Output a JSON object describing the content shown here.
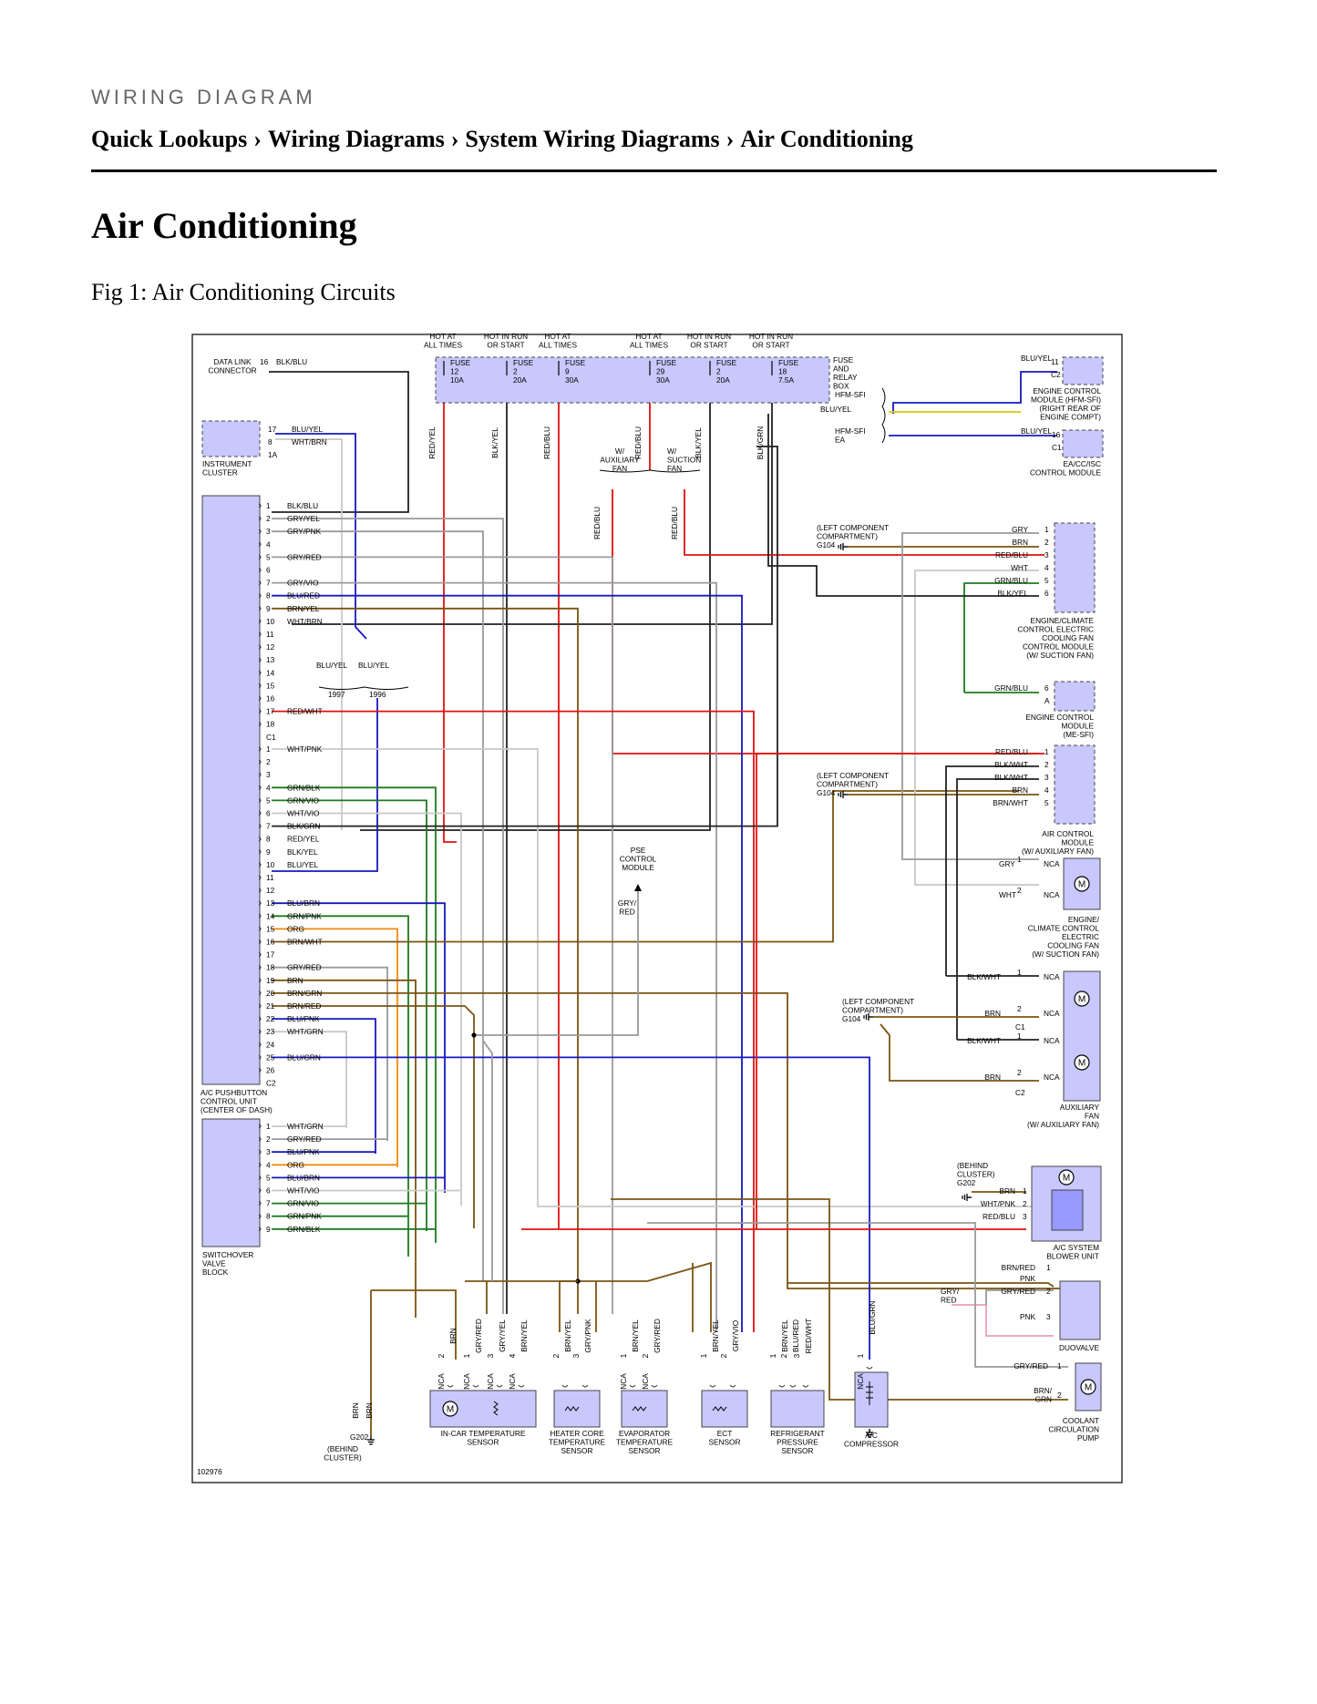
{
  "page": {
    "kicker": "WIRING DIAGRAM",
    "breadcrumb": [
      "Quick Lookups",
      "Wiring Diagrams",
      "System Wiring Diagrams",
      "Air Conditioning"
    ],
    "breadcrumb_separator": "›",
    "title": "Air Conditioning",
    "figure_caption": "Fig 1: Air Conditioning Circuits"
  },
  "diagram": {
    "figure_number": "102976",
    "power": {
      "headers": [
        "HOT AT\nALL TIMES",
        "HOT IN RUN\nOR START",
        "HOT AT\nALL TIMES",
        "HOT AT\nALL TIMES",
        "HOT IN RUN\nOR START",
        "HOT IN RUN\nOR START"
      ],
      "fuses": [
        "FUSE\n12\n10A",
        "FUSE\n2\n20A",
        "FUSE\n9\n30A",
        "FUSE\n29\n30A",
        "FUSE\n2\n20A",
        "FUSE\n18\n7.5A"
      ],
      "box_label": "FUSE\nAND\nRELAY\nBOX",
      "wires": [
        "RED/YEL",
        "BLK/YEL",
        "RED/BLU",
        "RED/BLU",
        "BLK/YEL",
        "BLK/GRN"
      ],
      "options": [
        "W/\nAUXILIARY\nFAN",
        "W/\nSUCTION\nFAN"
      ],
      "option_wires": [
        "RED/BLU",
        "RED/BLU"
      ]
    },
    "data_link": {
      "label": "DATA LINK\nCONNECTOR",
      "pin": "16",
      "wire": "BLK/BLU"
    },
    "instrument_cluster": {
      "label": "INSTRUMENT\nCLUSTER",
      "connector": "1A",
      "pins": [
        {
          "pin": "17",
          "wire": "BLU/YEL"
        },
        {
          "pin": "8",
          "wire": "WHT/BRN"
        }
      ]
    },
    "pushbutton": {
      "label": "A/C PUSHBUTTON\nCONTROL UNIT\n(CENTER OF DASH)",
      "c1_label": "C1",
      "c2_label": "C2",
      "c1": [
        {
          "pin": "1",
          "wire": "BLK/BLU"
        },
        {
          "pin": "2",
          "wire": "GRY/YEL"
        },
        {
          "pin": "3",
          "wire": "GRY/PNK"
        },
        {
          "pin": "4",
          "wire": ""
        },
        {
          "pin": "5",
          "wire": "GRY/RED"
        },
        {
          "pin": "6",
          "wire": ""
        },
        {
          "pin": "7",
          "wire": "GRY/VIO"
        },
        {
          "pin": "8",
          "wire": "BLU/RED"
        },
        {
          "pin": "9",
          "wire": "BRN/YEL"
        },
        {
          "pin": "10",
          "wire": "WHT/BRN"
        },
        {
          "pin": "11",
          "wire": ""
        },
        {
          "pin": "12",
          "wire": ""
        },
        {
          "pin": "13",
          "wire": ""
        },
        {
          "pin": "14",
          "wire": ""
        },
        {
          "pin": "15",
          "wire": ""
        },
        {
          "pin": "16",
          "wire": ""
        },
        {
          "pin": "17",
          "wire": "RED/WHT"
        },
        {
          "pin": "18",
          "wire": ""
        }
      ],
      "year_split": {
        "wires": [
          "BLU/YEL",
          "BLU/YEL"
        ],
        "years": [
          "1997",
          "1996"
        ]
      },
      "c2": [
        {
          "pin": "1",
          "wire": "WHT/PNK"
        },
        {
          "pin": "2",
          "wire": ""
        },
        {
          "pin": "3",
          "wire": ""
        },
        {
          "pin": "4",
          "wire": "GRN/BLK"
        },
        {
          "pin": "5",
          "wire": "GRN/VIO"
        },
        {
          "pin": "6",
          "wire": "WHT/VIO"
        },
        {
          "pin": "7",
          "wire": "BLK/GRN"
        },
        {
          "pin": "8",
          "wire": "RED/YEL"
        },
        {
          "pin": "9",
          "wire": "BLK/YEL"
        },
        {
          "pin": "10",
          "wire": "BLU/YEL"
        },
        {
          "pin": "11",
          "wire": ""
        },
        {
          "pin": "12",
          "wire": ""
        },
        {
          "pin": "13",
          "wire": "BLU/BRN"
        },
        {
          "pin": "14",
          "wire": "GRN/PNK"
        },
        {
          "pin": "15",
          "wire": "ORG"
        },
        {
          "pin": "16",
          "wire": "BRN/WHT"
        },
        {
          "pin": "17",
          "wire": ""
        },
        {
          "pin": "18",
          "wire": "GRY/RED"
        },
        {
          "pin": "19",
          "wire": "BRN"
        },
        {
          "pin": "20",
          "wire": "BRN/GRN"
        },
        {
          "pin": "21",
          "wire": "BRN/RED"
        },
        {
          "pin": "22",
          "wire": "BLU/PNK"
        },
        {
          "pin": "23",
          "wire": "WHT/GRN"
        },
        {
          "pin": "24",
          "wire": ""
        },
        {
          "pin": "25",
          "wire": "BLU/GRN"
        },
        {
          "pin": "26",
          "wire": ""
        }
      ]
    },
    "switchover": {
      "label": "SWITCHOVER\nVALVE\nBLOCK",
      "pins": [
        {
          "pin": "1",
          "wire": "WHT/GRN"
        },
        {
          "pin": "2",
          "wire": "GRY/RED"
        },
        {
          "pin": "3",
          "wire": "BLU/PNK"
        },
        {
          "pin": "4",
          "wire": "ORG"
        },
        {
          "pin": "5",
          "wire": "BLU/BRN"
        },
        {
          "pin": "6",
          "wire": "WHT/VIO"
        },
        {
          "pin": "7",
          "wire": "GRN/VIO"
        },
        {
          "pin": "8",
          "wire": "GRN/PNK"
        },
        {
          "pin": "9",
          "wire": "GRN/BLK"
        }
      ]
    },
    "ecm_hfm": {
      "label": "ENGINE CONTROL\nMODULE (HFM-SFI)\n(RIGHT REAR OF\nENGINE COMPT)",
      "pin": "11",
      "connector": "C2",
      "wire": "BLU/YEL"
    },
    "hfm_labels": [
      "HFM-SFI",
      "BLU/YEL",
      "HFM-SFI\nEA"
    ],
    "eacc": {
      "label": "EA/CC/ISC\nCONTROL MODULE",
      "pin": "16",
      "connector": "C1",
      "wire": "BLU/YEL"
    },
    "ground_g104": "(LEFT COMPONENT\nCOMPARTMENT)\nG104",
    "fan_module": {
      "label": "ENGINE/CLIMATE\nCONTROL ELECTRIC\nCOOLING FAN\nCONTROL MODULE\n(W/ SUCTION FAN)",
      "pins": [
        {
          "pin": "1",
          "wire": "GRY"
        },
        {
          "pin": "2",
          "wire": "BRN"
        },
        {
          "pin": "3",
          "wire": "RED/BLU"
        },
        {
          "pin": "4",
          "wire": "WHT"
        },
        {
          "pin": "5",
          "wire": "GRN/BLU"
        },
        {
          "pin": "6",
          "wire": "BLK/YEL"
        }
      ]
    },
    "ecm_me": {
      "label": "ENGINE CONTROL\nMODULE\n(ME-SFI)",
      "pin": "6",
      "connector": "A",
      "wire": "GRN/BLU"
    },
    "air_control": {
      "label": "AIR CONTROL\nMODULE\n(W/ AUXILIARY FAN)",
      "pins": [
        {
          "pin": "1",
          "wire": "RED/BLU"
        },
        {
          "pin": "2",
          "wire": "BLK/WHT"
        },
        {
          "pin": "3",
          "wire": "BLK/WHT"
        },
        {
          "pin": "4",
          "wire": "BRN"
        },
        {
          "pin": "5",
          "wire": "BRN/WHT"
        }
      ]
    },
    "pse": {
      "label": "PSE\nCONTROL\nMODULE",
      "wire": "GRY/\nRED"
    },
    "suction_fan": {
      "label": "ENGINE/\nCLIMATE CONTROL\nELECTRIC\nCOOLING FAN\n(W/ SUCTION FAN)",
      "pins": [
        {
          "pin": "1",
          "wire": "GRY",
          "nca": "NCA"
        },
        {
          "pin": "2",
          "wire": "WHT",
          "nca": "NCA"
        }
      ]
    },
    "aux_fan": {
      "label": "AUXILIARY\nFAN\n(W/ AUXILIARY FAN)",
      "c1": "C1",
      "c2": "C2",
      "pins": [
        {
          "pin": "1",
          "wire": "BLK/WHT",
          "nca": "NCA"
        },
        {
          "pin": "2",
          "wire": "BRN",
          "nca": "NCA"
        },
        {
          "pin": "1",
          "wire": "BLK/WHT",
          "nca": "NCA"
        },
        {
          "pin": "2",
          "wire": "BRN",
          "nca": "NCA"
        }
      ]
    },
    "blower": {
      "label": "A/C SYSTEM\nBLOWER UNIT",
      "ground": "(BEHIND\nCLUSTER)\nG202",
      "pins": [
        {
          "pin": "1",
          "wire": "BRN"
        },
        {
          "pin": "2",
          "wire": "WHT/PNK"
        },
        {
          "pin": "3",
          "wire": "RED/BLU"
        }
      ]
    },
    "duovalve": {
      "label": "DUOVALVE",
      "pins": [
        {
          "pin": "1",
          "wire": "BRN/RED"
        },
        {
          "pin": "",
          "wire": "PNK"
        },
        {
          "pin": "2",
          "wire": "GRY/RED"
        },
        {
          "pin": "3",
          "wire": "PNK"
        }
      ],
      "splice_wire": "GRY/\nRED"
    },
    "pump": {
      "label": "COOLANT\nCIRCULATION\nPUMP",
      "pins": [
        {
          "pin": "1",
          "wire": "GRY/RED"
        },
        {
          "pin": "2",
          "wire": "BRN/\nGRN"
        }
      ]
    },
    "ground_g202": {
      "label": "G202",
      "sub": "(BEHIND\nCLUSTER)",
      "wires": [
        "BRN",
        "BRN"
      ]
    },
    "sensors": [
      {
        "label": "IN-CAR TEMPERATURE\nSENSOR",
        "pins": [
          {
            "nca": "NCA",
            "pin": "2",
            "wire": "BRN"
          },
          {
            "nca": "NCA",
            "pin": "1",
            "wire": "GRY/RED"
          },
          {
            "nca": "NCA",
            "pin": "3",
            "wire": "GRY/YEL"
          },
          {
            "nca": "NCA",
            "pin": "4",
            "wire": "BRN/YEL"
          }
        ]
      },
      {
        "label": "HEATER CORE\nTEMPERATURE\nSENSOR",
        "pins": [
          {
            "nca": "",
            "pin": "2",
            "wire": "BRN/YEL"
          },
          {
            "nca": "",
            "pin": "3",
            "wire": "GRY/PNK"
          }
        ]
      },
      {
        "label": "EVAPORATOR\nTEMPERATURE\nSENSOR",
        "pins": [
          {
            "nca": "NCA",
            "pin": "1",
            "wire": "BRN/YEL"
          },
          {
            "nca": "NCA",
            "pin": "2",
            "wire": "GRY/RED"
          }
        ]
      },
      {
        "label": "ECT\nSENSOR",
        "pins": [
          {
            "nca": "",
            "pin": "1",
            "wire": "BRN/YEL"
          },
          {
            "nca": "",
            "pin": "2",
            "wire": "GRY/VIO"
          }
        ]
      },
      {
        "label": "REFRIGERANT\nPRESSURE\nSENSOR",
        "pins": [
          {
            "nca": "",
            "pin": "1",
            "wire": "BRN/YEL"
          },
          {
            "nca": "",
            "pin": "2",
            "wire": "BLU/RED"
          },
          {
            "nca": "",
            "pin": "3",
            "wire": "RED/WHT"
          }
        ]
      },
      {
        "label": "A/C\nCOMPRESSOR",
        "pins": [
          {
            "nca": "NCA",
            "pin": "1",
            "wire": "BLU/GRN"
          }
        ]
      }
    ]
  },
  "colors": {
    "text": "#000000",
    "kicker": "#666666",
    "component_fill": "#c8c8ff",
    "RED": "#e01010",
    "YEL": "#d8c800",
    "BLU": "#1818c0",
    "GRN": "#1e7a1e",
    "BLK": "#222222",
    "BRN": "#7a5412",
    "GRY": "#9a9a9a",
    "PNK": "#e8a0b4",
    "VIO": "#b050c0",
    "ORG": "#f08a10",
    "WHT": "#c8c8c8"
  }
}
